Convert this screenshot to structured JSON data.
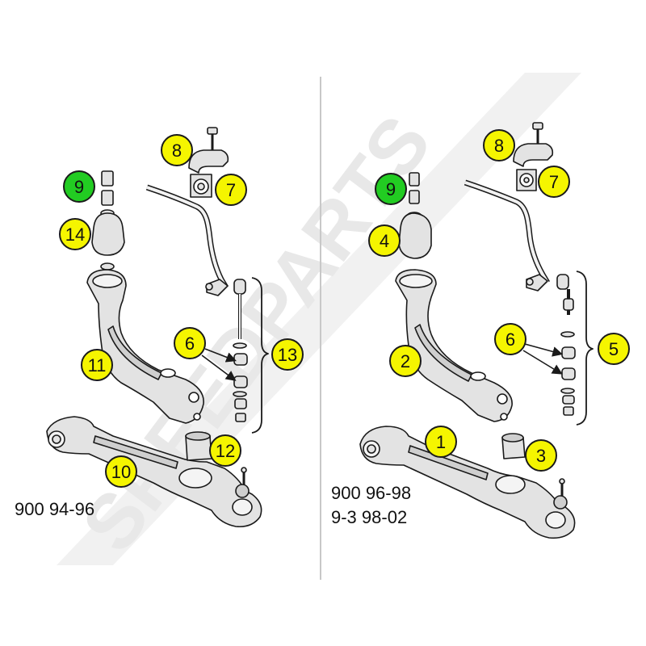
{
  "watermark": {
    "text": "SPEEDPARTS",
    "color": "#e6e6e6"
  },
  "colors": {
    "callout_fill": "#f5f500",
    "callout_highlight": "#22cc22",
    "line": "#1a1a1a",
    "part_fill": "#e3e3e3"
  },
  "left_panel": {
    "model_label": "900 94-96",
    "callouts": [
      "8",
      "7",
      "9",
      "14",
      "6",
      "13",
      "11",
      "12",
      "10"
    ]
  },
  "right_panel": {
    "model_lines": [
      "900 96-98",
      "9-3  98-02"
    ],
    "callouts": [
      "8",
      "7",
      "9",
      "4",
      "6",
      "5",
      "2",
      "1",
      "3"
    ]
  }
}
